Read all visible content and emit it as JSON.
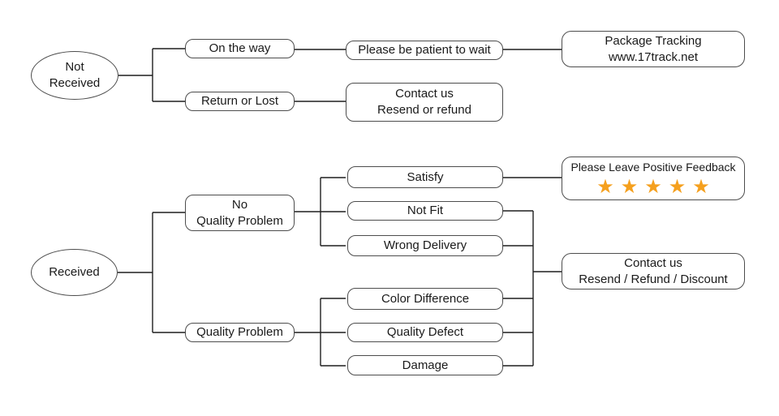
{
  "colors": {
    "star": "#f5a01e",
    "box_border": "#4d4d4d",
    "connector": "#1f1f1f",
    "text": "#1a1a1a",
    "background": "#ffffff"
  },
  "nodes": {
    "not_received": {
      "lines": [
        "Not",
        "Received"
      ]
    },
    "on_the_way": {
      "lines": [
        "On the way"
      ]
    },
    "return_or_lost": {
      "lines": [
        "Return or Lost"
      ]
    },
    "be_patient": {
      "lines": [
        "Please be patient to wait"
      ]
    },
    "package_tracking": {
      "lines": [
        "Package Tracking",
        "www.17track.net"
      ]
    },
    "contact_resend_refund": {
      "lines": [
        "Contact us",
        "Resend or refund"
      ]
    },
    "received": {
      "lines": [
        "Received"
      ]
    },
    "no_quality_problem": {
      "lines": [
        "No",
        "Quality Problem"
      ]
    },
    "quality_problem": {
      "lines": [
        "Quality Problem"
      ]
    },
    "satisfy": {
      "lines": [
        "Satisfy"
      ]
    },
    "not_fit": {
      "lines": [
        "Not Fit"
      ]
    },
    "wrong_delivery": {
      "lines": [
        "Wrong Delivery"
      ]
    },
    "color_difference": {
      "lines": [
        "Color Difference"
      ]
    },
    "quality_defect": {
      "lines": [
        "Quality Defect"
      ]
    },
    "damage": {
      "lines": [
        "Damage"
      ]
    },
    "positive_feedback": {
      "lines": [
        "Please Leave Positive Feedback"
      ],
      "stars": "★★★★★",
      "star_count": 5
    },
    "contact_discount": {
      "lines": [
        "Contact us",
        "Resend / Refund / Discount"
      ]
    }
  },
  "edges": [
    {
      "from": "not_received",
      "to": "on_the_way"
    },
    {
      "from": "not_received",
      "to": "return_or_lost"
    },
    {
      "from": "on_the_way",
      "to": "be_patient"
    },
    {
      "from": "be_patient",
      "to": "package_tracking"
    },
    {
      "from": "return_or_lost",
      "to": "contact_resend_refund"
    },
    {
      "from": "received",
      "to": "no_quality_problem"
    },
    {
      "from": "received",
      "to": "quality_problem"
    },
    {
      "from": "no_quality_problem",
      "to": "satisfy"
    },
    {
      "from": "no_quality_problem",
      "to": "not_fit"
    },
    {
      "from": "no_quality_problem",
      "to": "wrong_delivery"
    },
    {
      "from": "quality_problem",
      "to": "color_difference"
    },
    {
      "from": "quality_problem",
      "to": "quality_defect"
    },
    {
      "from": "quality_problem",
      "to": "damage"
    },
    {
      "from": "satisfy",
      "to": "positive_feedback"
    },
    {
      "from": "not_fit",
      "to": "contact_discount"
    },
    {
      "from": "wrong_delivery",
      "to": "contact_discount"
    },
    {
      "from": "color_difference",
      "to": "contact_discount"
    },
    {
      "from": "quality_defect",
      "to": "contact_discount"
    },
    {
      "from": "damage",
      "to": "contact_discount"
    }
  ]
}
